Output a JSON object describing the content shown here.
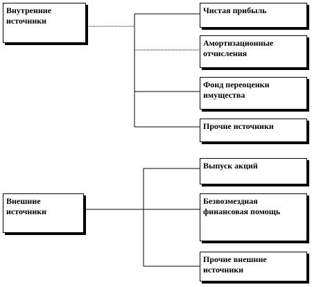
{
  "groups": {
    "internal": {
      "label": "Внутренние источники",
      "items": [
        "Чистая прибыль",
        "Амортизационные отчисления",
        "Фонд переоценки имущества",
        "Прочие источники"
      ]
    },
    "external": {
      "label": "Внешние источники",
      "items": [
        "Выпуск акций",
        "Безвозмездная финансовая помощь",
        "Прочие внешние источники"
      ]
    }
  },
  "colors": {
    "line": "#000000",
    "box_border": "#000000",
    "box_fill": "#ffffff",
    "text": "#000000"
  }
}
